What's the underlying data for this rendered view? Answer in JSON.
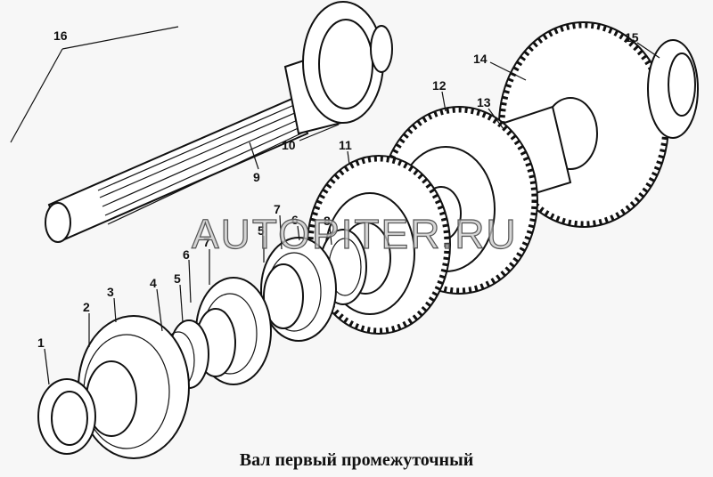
{
  "title": "Вал первый промежуточный",
  "watermark": "AUTOPITER.RU",
  "callouts": [
    "1",
    "2",
    "3",
    "4",
    "5",
    "6",
    "7",
    "7",
    "5",
    "6",
    "8",
    "9",
    "10",
    "11",
    "12",
    "13",
    "14",
    "15",
    "16"
  ]
}
